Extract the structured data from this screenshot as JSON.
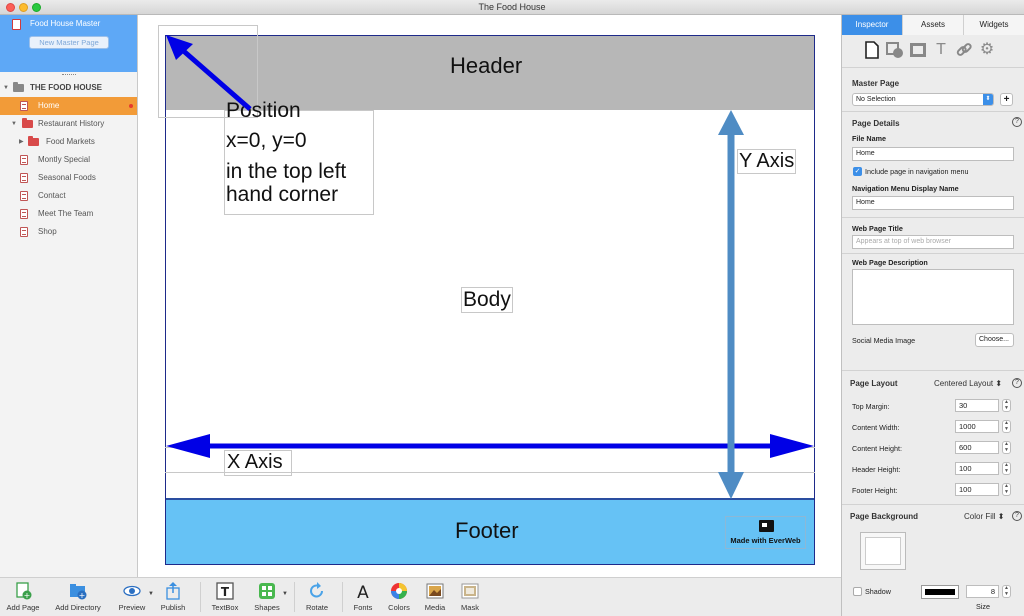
{
  "window": {
    "title": "The Food House"
  },
  "sidebar": {
    "master_title": "Food House Master",
    "new_master_label": "New Master Page",
    "site_name": "THE FOOD HOUSE",
    "items": [
      {
        "label": "Home",
        "kind": "page",
        "selected": true
      },
      {
        "label": "Restaurant History",
        "kind": "folder"
      },
      {
        "label": "Food Markets",
        "kind": "folder"
      },
      {
        "label": "Montly Special",
        "kind": "page"
      },
      {
        "label": "Seasonal Foods",
        "kind": "page"
      },
      {
        "label": "Contact",
        "kind": "page"
      },
      {
        "label": "Meet The Team",
        "kind": "page"
      },
      {
        "label": "Shop",
        "kind": "page"
      }
    ]
  },
  "canvas": {
    "header_label": "Header",
    "body_label": "Body",
    "footer_label": "Footer",
    "position_label": "Position",
    "position_line2": "x=0, y=0",
    "position_line3": "in the top left",
    "position_line4": "hand corner",
    "y_axis_label": "Y Axis",
    "x_axis_label": "X Axis",
    "badge_label": "Made with EverWeb",
    "colors": {
      "header": "#b7b7b7",
      "footer": "#66c2f5",
      "arrow_blue": "#0000e6",
      "arrow_steel": "#4f8cc4"
    }
  },
  "toolbar": {
    "add_page": "Add Page",
    "add_directory": "Add Directory",
    "preview": "Preview",
    "publish": "Publish",
    "textbox": "TextBox",
    "shapes": "Shapes",
    "rotate": "Rotate",
    "fonts": "Fonts",
    "colors": "Colors",
    "media": "Media",
    "mask": "Mask"
  },
  "inspector": {
    "tabs": [
      "Inspector",
      "Assets",
      "Widgets"
    ],
    "master_page_title": "Master Page",
    "master_page_value": "No Selection",
    "page_details_title": "Page Details",
    "file_name_label": "File Name",
    "file_name_value": "Home",
    "include_nav_label": "Include page in navigation menu",
    "nav_display_label": "Navigation Menu Display Name",
    "nav_display_value": "Home",
    "web_title_label": "Web Page Title",
    "web_title_placeholder": "Appears at top of web browser",
    "web_desc_label": "Web Page Description",
    "social_image_label": "Social Media Image",
    "choose_label": "Choose...",
    "layout_title": "Page Layout",
    "layout_value": "Centered Layout",
    "top_margin_label": "Top Margin:",
    "top_margin_value": "30",
    "content_width_label": "Content Width:",
    "content_width_value": "1000",
    "content_height_label": "Content Height:",
    "content_height_value": "600",
    "header_height_label": "Header Height:",
    "header_height_value": "100",
    "footer_height_label": "Footer Height:",
    "footer_height_value": "100",
    "background_title": "Page Background",
    "background_value": "Color Fill",
    "shadow_label": "Shadow",
    "size_value": "8",
    "size_label": "Size"
  }
}
